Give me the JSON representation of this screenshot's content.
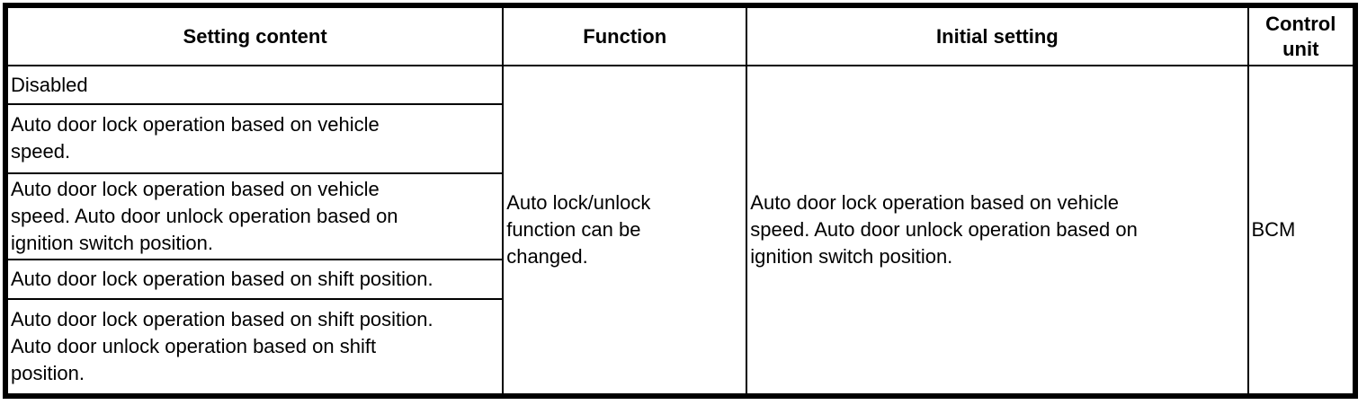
{
  "table": {
    "headers": {
      "setting_content": "Setting content",
      "function": "Function",
      "initial_setting": "Initial setting",
      "control_unit": "Control\nunit"
    },
    "setting_rows": [
      "Disabled",
      "Auto door lock operation based on vehicle\nspeed.",
      "Auto door lock operation based on vehicle\nspeed. Auto door unlock operation based on\nignition switch position.",
      "Auto door lock operation based on shift position.",
      "Auto door lock operation based on shift position.\nAuto door unlock operation based on shift\nposition."
    ],
    "function_cell": "Auto lock/unlock\nfunction can be\nchanged.",
    "initial_setting_cell": "Auto door lock operation based on vehicle\nspeed. Auto door unlock operation based on\nignition switch position.",
    "control_unit_cell": "BCM"
  },
  "colors": {
    "border": "#000000",
    "text": "#000000",
    "background": "#ffffff"
  }
}
